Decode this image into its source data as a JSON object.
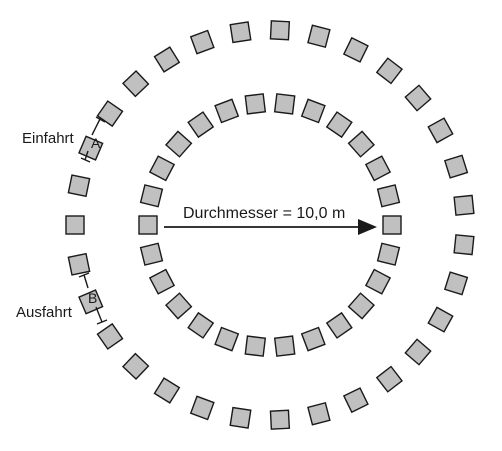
{
  "diagram": {
    "entrance_label": "Einfahrt",
    "exit_label": "Ausfahrt",
    "gap_a_label": "A",
    "gap_b_label": "B",
    "diameter_label": "Durchmesser = 10,0 m",
    "outer_ring_marker_count": 31,
    "inner_ring_marker_count": 26,
    "marker_color": "#c0c0c0",
    "outline_color": "#1a1a1a"
  }
}
